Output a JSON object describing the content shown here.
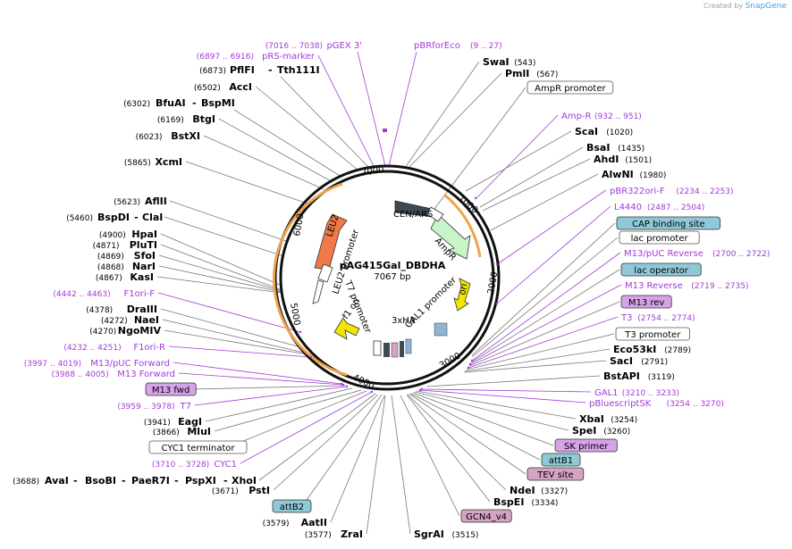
{
  "watermark": {
    "prefix": "Created by",
    "brand": "SnapGene"
  },
  "plasmid": {
    "name": "pAG415Gal_DBDHA",
    "size": "7067 bp"
  },
  "ticks": [
    "1000",
    "2000",
    "3000",
    "4000",
    "5000",
    "6000",
    "7000"
  ],
  "features_inner": [
    "LEU2 promoter",
    "T7 promoter",
    "f1 ori",
    "3xHA",
    "GAL1 promoter",
    "AmpR",
    "CEN/ARS"
  ],
  "features_arrow": [
    "LEU2",
    "ori"
  ],
  "colors": {
    "leu2": "#f0794a",
    "ori": "#f2e600",
    "ampr": "#c8f5c8",
    "cen": "#3d4a52",
    "primer": "#a23bd8",
    "orange_arc": "#f0a34a",
    "ring": "#111111"
  },
  "labels": {
    "pgex3": {
      "name": "pGEX 3'",
      "pos": "(7016 .. 7038)"
    },
    "pbrforeco": {
      "name": "pBRforEco",
      "pos": "(9 .. 27)"
    },
    "prsmarker": {
      "name": "pRS-marker",
      "pos": "(6897 .. 6916)"
    },
    "swai": {
      "name": "SwaI",
      "pos": "(543)"
    },
    "pmli": {
      "name": "PmlI",
      "pos": "(567)"
    },
    "ampr_promoter": {
      "name": "AmpR promoter"
    },
    "pfifi": {
      "name": "PflFI",
      "pos": "(6873)",
      "name2": "Tth111I"
    },
    "acci": {
      "name": "AccI",
      "pos": "(6502)"
    },
    "bfuai": {
      "name": "BfuAI",
      "pos": "(6302)",
      "name2": "BspMI"
    },
    "btgi": {
      "name": "BtgI",
      "pos": "(6169)"
    },
    "bstxi": {
      "name": "BstXI",
      "pos": "(6023)"
    },
    "xcmi": {
      "name": "XcmI",
      "pos": "(5865)"
    },
    "ampr_primer": {
      "name": "Amp-R",
      "pos": "(932 .. 951)"
    },
    "scai": {
      "name": "ScaI",
      "pos": "(1020)"
    },
    "bsai": {
      "name": "BsaI",
      "pos": "(1435)"
    },
    "ahdi": {
      "name": "AhdI",
      "pos": "(1501)"
    },
    "alwni": {
      "name": "AlwNI",
      "pos": "(1980)"
    },
    "pbr322ori": {
      "name": "pBR322ori-F",
      "pos": "(2234 .. 2253)"
    },
    "l4440": {
      "name": "L4440",
      "pos": "(2487 .. 2504)"
    },
    "cap": {
      "name": "CAP binding site"
    },
    "lacpromoter": {
      "name": "lac promoter"
    },
    "m13puc_rev": {
      "name": "M13/pUC Reverse",
      "pos": "(2700 .. 2722)"
    },
    "lacoperator": {
      "name": "lac operator"
    },
    "m13rev": {
      "name": "M13 Reverse",
      "pos": "(2719 .. 2735)"
    },
    "m13revbox": {
      "name": "M13 rev"
    },
    "t3": {
      "name": "T3",
      "pos": "(2754 .. 2774)"
    },
    "t3promoter": {
      "name": "T3 promoter"
    },
    "eco53ki": {
      "name": "Eco53kI",
      "pos": "(2789)"
    },
    "saci": {
      "name": "SacI",
      "pos": "(2791)"
    },
    "bstapi": {
      "name": "BstAPI",
      "pos": "(3119)"
    },
    "gal1": {
      "name": "GAL1",
      "pos": "(3210 .. 3233)"
    },
    "pbluescriptsk": {
      "name": "pBluescriptSK",
      "pos": "(3254 .. 3270)"
    },
    "xbai": {
      "name": "XbaI",
      "pos": "(3254)"
    },
    "spei": {
      "name": "SpeI",
      "pos": "(3260)"
    },
    "skprimer": {
      "name": "SK primer"
    },
    "attb1": {
      "name": "attB1"
    },
    "tevsite": {
      "name": "TEV site"
    },
    "ndei": {
      "name": "NdeI",
      "pos": "(3327)"
    },
    "bspei": {
      "name": "BspEI",
      "pos": "(3334)"
    },
    "gcn4": {
      "name": "GCN4_v4"
    },
    "sgrai": {
      "name": "SgrAI",
      "pos": "(3515)"
    },
    "afiii": {
      "name": "AflII",
      "pos": "(5623)"
    },
    "bspdi": {
      "name": "BspDI",
      "pos": "(5460)",
      "name2": "ClaI"
    },
    "hpai": {
      "name": "HpaI",
      "pos": "(4900)"
    },
    "pluti": {
      "name": "PluTI",
      "pos": "(4871)"
    },
    "sfoi": {
      "name": "SfoI",
      "pos": "(4869)"
    },
    "nari": {
      "name": "NarI",
      "pos": "(4868)"
    },
    "kasi": {
      "name": "KasI",
      "pos": "(4867)"
    },
    "f1orif": {
      "name": "F1ori-F",
      "pos": "(4442 .. 4463)"
    },
    "draiii": {
      "name": "DraIII",
      "pos": "(4378)"
    },
    "naei": {
      "name": "NaeI",
      "pos": "(4272)"
    },
    "ngomiv": {
      "name": "NgoMIV",
      "pos": "(4270)"
    },
    "f1orir": {
      "name": "F1ori-R",
      "pos": "(4232 .. 4251)"
    },
    "m13pucfwd": {
      "name": "M13/pUC Forward",
      "pos": "(3997 .. 4019)"
    },
    "m13forward": {
      "name": "M13 Forward",
      "pos": "(3988 .. 4005)"
    },
    "m13fwdbox": {
      "name": "M13 fwd"
    },
    "t7": {
      "name": "T7",
      "pos": "(3959 .. 3978)"
    },
    "eagi": {
      "name": "EagI",
      "pos": "(3941)"
    },
    "mlui": {
      "name": "MluI",
      "pos": "(3866)"
    },
    "cyc1term": {
      "name": "CYC1 terminator"
    },
    "cyc1": {
      "name": "CYC1",
      "pos": "(3710 .. 3728)"
    },
    "avai": {
      "name": "AvaI",
      "pos": "(3688)",
      "names": [
        "BsoBI",
        "PaeR7I",
        "PspXI",
        "XhoI"
      ]
    },
    "psti": {
      "name": "PstI",
      "pos": "(3671)"
    },
    "attb2": {
      "name": "attB2"
    },
    "aatii": {
      "name": "AatII",
      "pos": "(3579)"
    },
    "zrai": {
      "name": "ZraI",
      "pos": "(3577)"
    }
  }
}
